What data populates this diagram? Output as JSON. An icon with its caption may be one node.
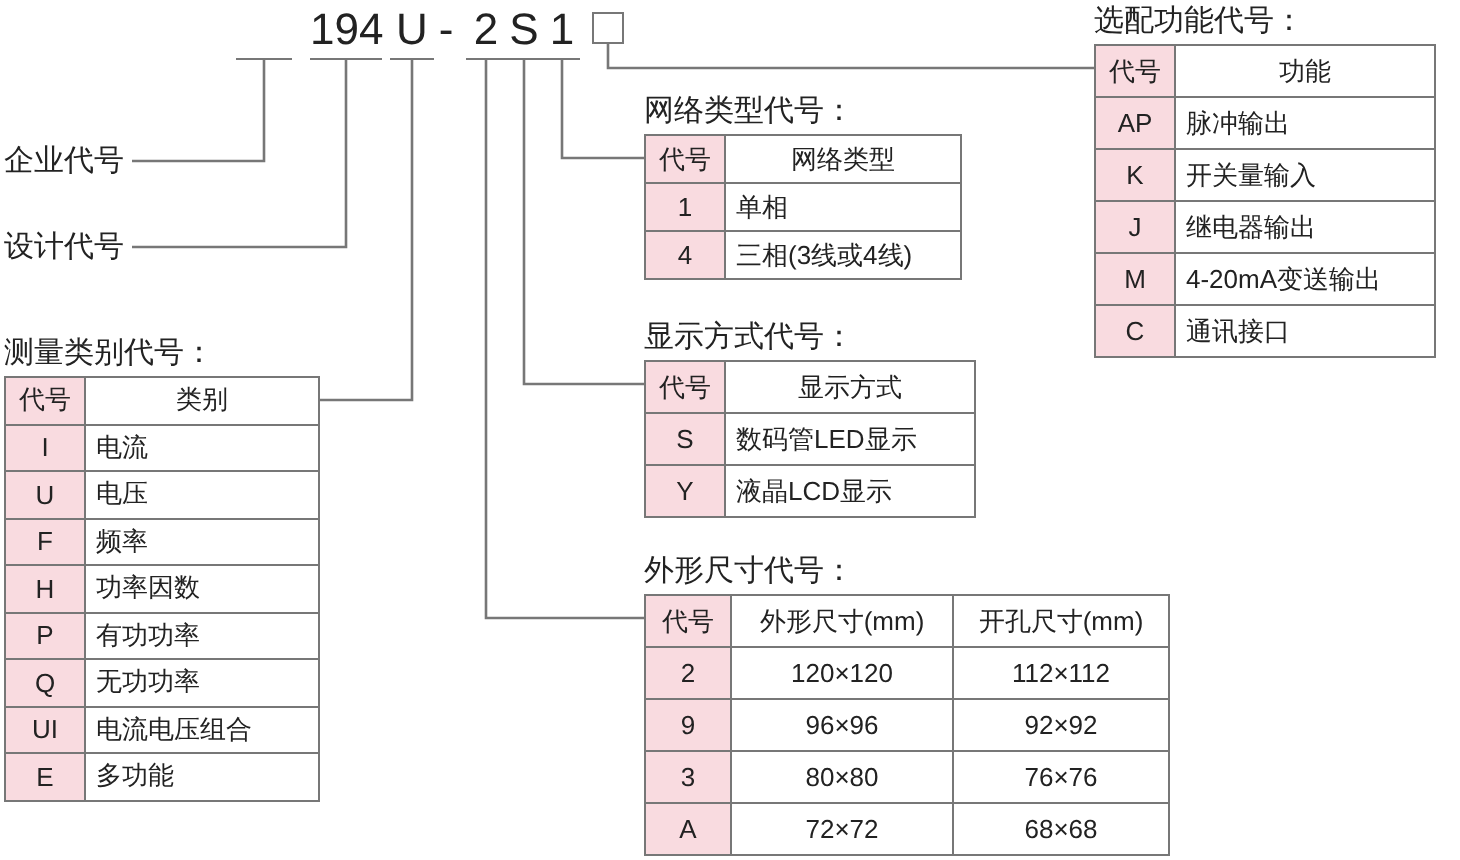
{
  "diagram": {
    "nodes": [
      {
        "text": [],
        "shape": "bar"
      },
      {
        "text": [
          "194"
        ]
      },
      {
        "text": [
          "U"
        ]
      },
      {
        "text": [
          "2"
        ]
      },
      {
        "text": [
          "S"
        ]
      },
      {
        "text": [
          "1"
        ]
      },
      {
        "text": [],
        "shape": "box"
      },
      {
        "text": [
          "企业代号"
        ]
      },
      {
        "text": [
          "设计代号"
        ]
      },
      {
        "text": [
          "测量类别代号：",
          "代号",
          "类别",
          "I",
          "电流",
          "U",
          "电压",
          "F",
          "频率",
          "H",
          "功率因数",
          "P",
          "有功功率",
          "Q",
          "无功功率",
          "UI",
          "电流电压组合",
          "E",
          "多功能"
        ]
      },
      {
        "text": [
          "网络类型代号：",
          "代号",
          "网络类型",
          "1",
          "单相",
          "4",
          "三相(3线或4线)"
        ]
      },
      {
        "text": [
          "显示方式代号：",
          "代号",
          "显示方式",
          "S",
          "数码管LED显示",
          "Y",
          "液晶LCD显示"
        ]
      },
      {
        "text": [
          "外形尺寸代号：",
          "代号",
          "外形尺寸(mm)",
          "开孔尺寸(mm)",
          "2",
          "120×120",
          "112×112",
          "9",
          "96×96",
          "92×92",
          "3",
          "80×80",
          "76×76",
          "A",
          "72×72",
          "68×68"
        ]
      },
      {
        "text": [
          "选配功能代号：",
          "代号",
          "功能",
          "AP",
          "脉冲输出",
          "K",
          "开关量输入",
          "J",
          "继电器输出",
          "M",
          "4-20mA变送输出",
          "C",
          "通讯接口"
        ]
      }
    ],
    "edges": [
      {
        "from": 7,
        "to": 0,
        "arrow": "none"
      },
      {
        "from": 8,
        "to": 1,
        "arrow": "none"
      },
      {
        "from": 2,
        "to": 9,
        "arrow": "none"
      },
      {
        "from": 5,
        "to": 10,
        "arrow": "none"
      },
      {
        "from": 4,
        "to": 11,
        "arrow": "none"
      },
      {
        "from": 3,
        "to": 12,
        "arrow": "none"
      },
      {
        "from": 6,
        "to": 13,
        "arrow": "none"
      }
    ],
    "labels": [
      "-"
    ]
  }
}
